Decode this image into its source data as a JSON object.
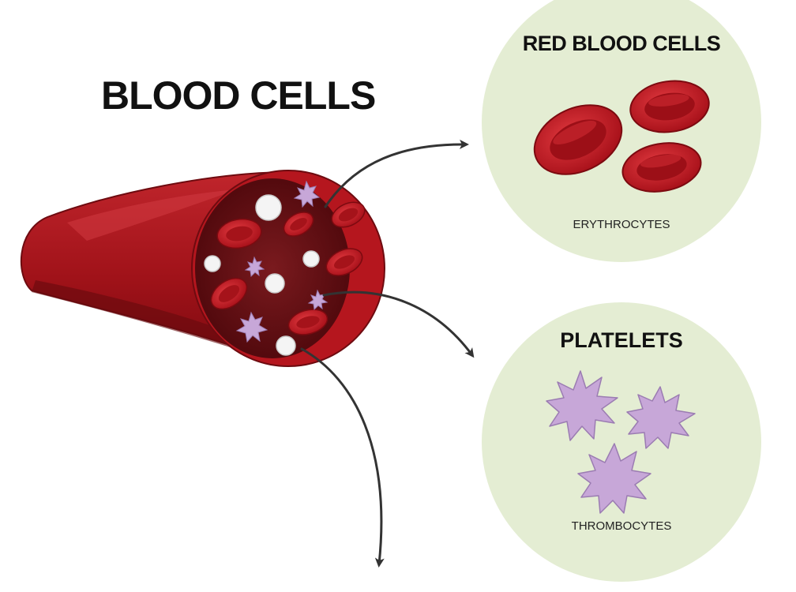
{
  "title": "BLOOD CELLS",
  "panels": [
    {
      "title": "RED BLOOD CELLS",
      "subtitle": "ERYTHROCYTES"
    },
    {
      "title": "PLATELETS",
      "subtitle": "THROMBOCYTES"
    }
  ],
  "colors": {
    "panel_bg": "#e4edd3",
    "vessel_red": "#a8141c",
    "vessel_dark": "#6e0b10",
    "rbc_red": "#c81f28",
    "platelet_purple": "#c7a7d8",
    "arrow": "#333333"
  }
}
